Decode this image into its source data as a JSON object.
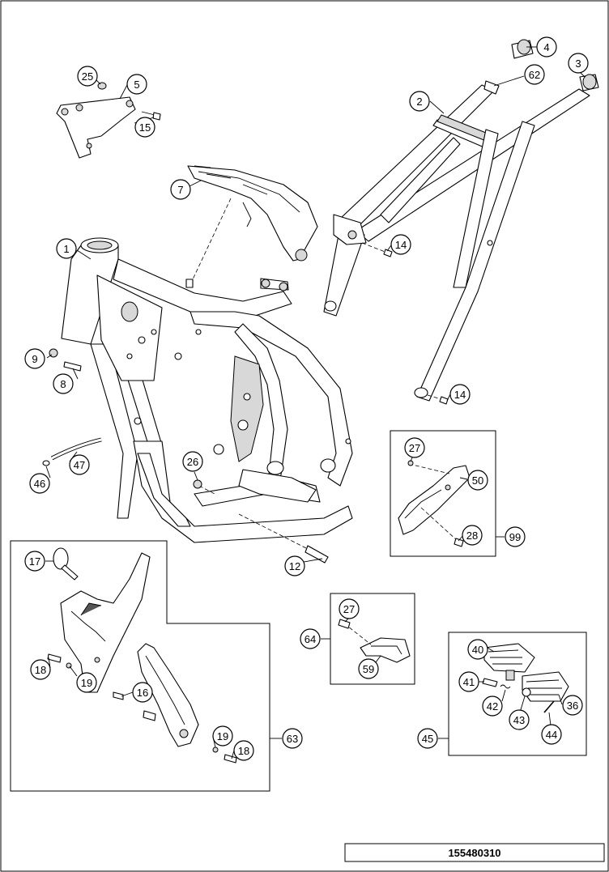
{
  "drawing_number": "155480310",
  "callouts": [
    {
      "label": "1"
    },
    {
      "label": "2"
    },
    {
      "label": "3"
    },
    {
      "label": "4"
    },
    {
      "label": "5"
    },
    {
      "label": "7"
    },
    {
      "label": "8"
    },
    {
      "label": "9"
    },
    {
      "label": "12"
    },
    {
      "label": "14"
    },
    {
      "label": "14"
    },
    {
      "label": "15"
    },
    {
      "label": "16"
    },
    {
      "label": "17"
    },
    {
      "label": "18"
    },
    {
      "label": "18"
    },
    {
      "label": "19"
    },
    {
      "label": "19"
    },
    {
      "label": "25"
    },
    {
      "label": "26"
    },
    {
      "label": "27"
    },
    {
      "label": "27"
    },
    {
      "label": "28"
    },
    {
      "label": "36"
    },
    {
      "label": "40"
    },
    {
      "label": "41"
    },
    {
      "label": "42"
    },
    {
      "label": "43"
    },
    {
      "label": "44"
    },
    {
      "label": "45"
    },
    {
      "label": "46"
    },
    {
      "label": "47"
    },
    {
      "label": "50"
    },
    {
      "label": "59"
    },
    {
      "label": "62"
    },
    {
      "label": "63"
    },
    {
      "label": "64"
    },
    {
      "label": "99"
    }
  ]
}
